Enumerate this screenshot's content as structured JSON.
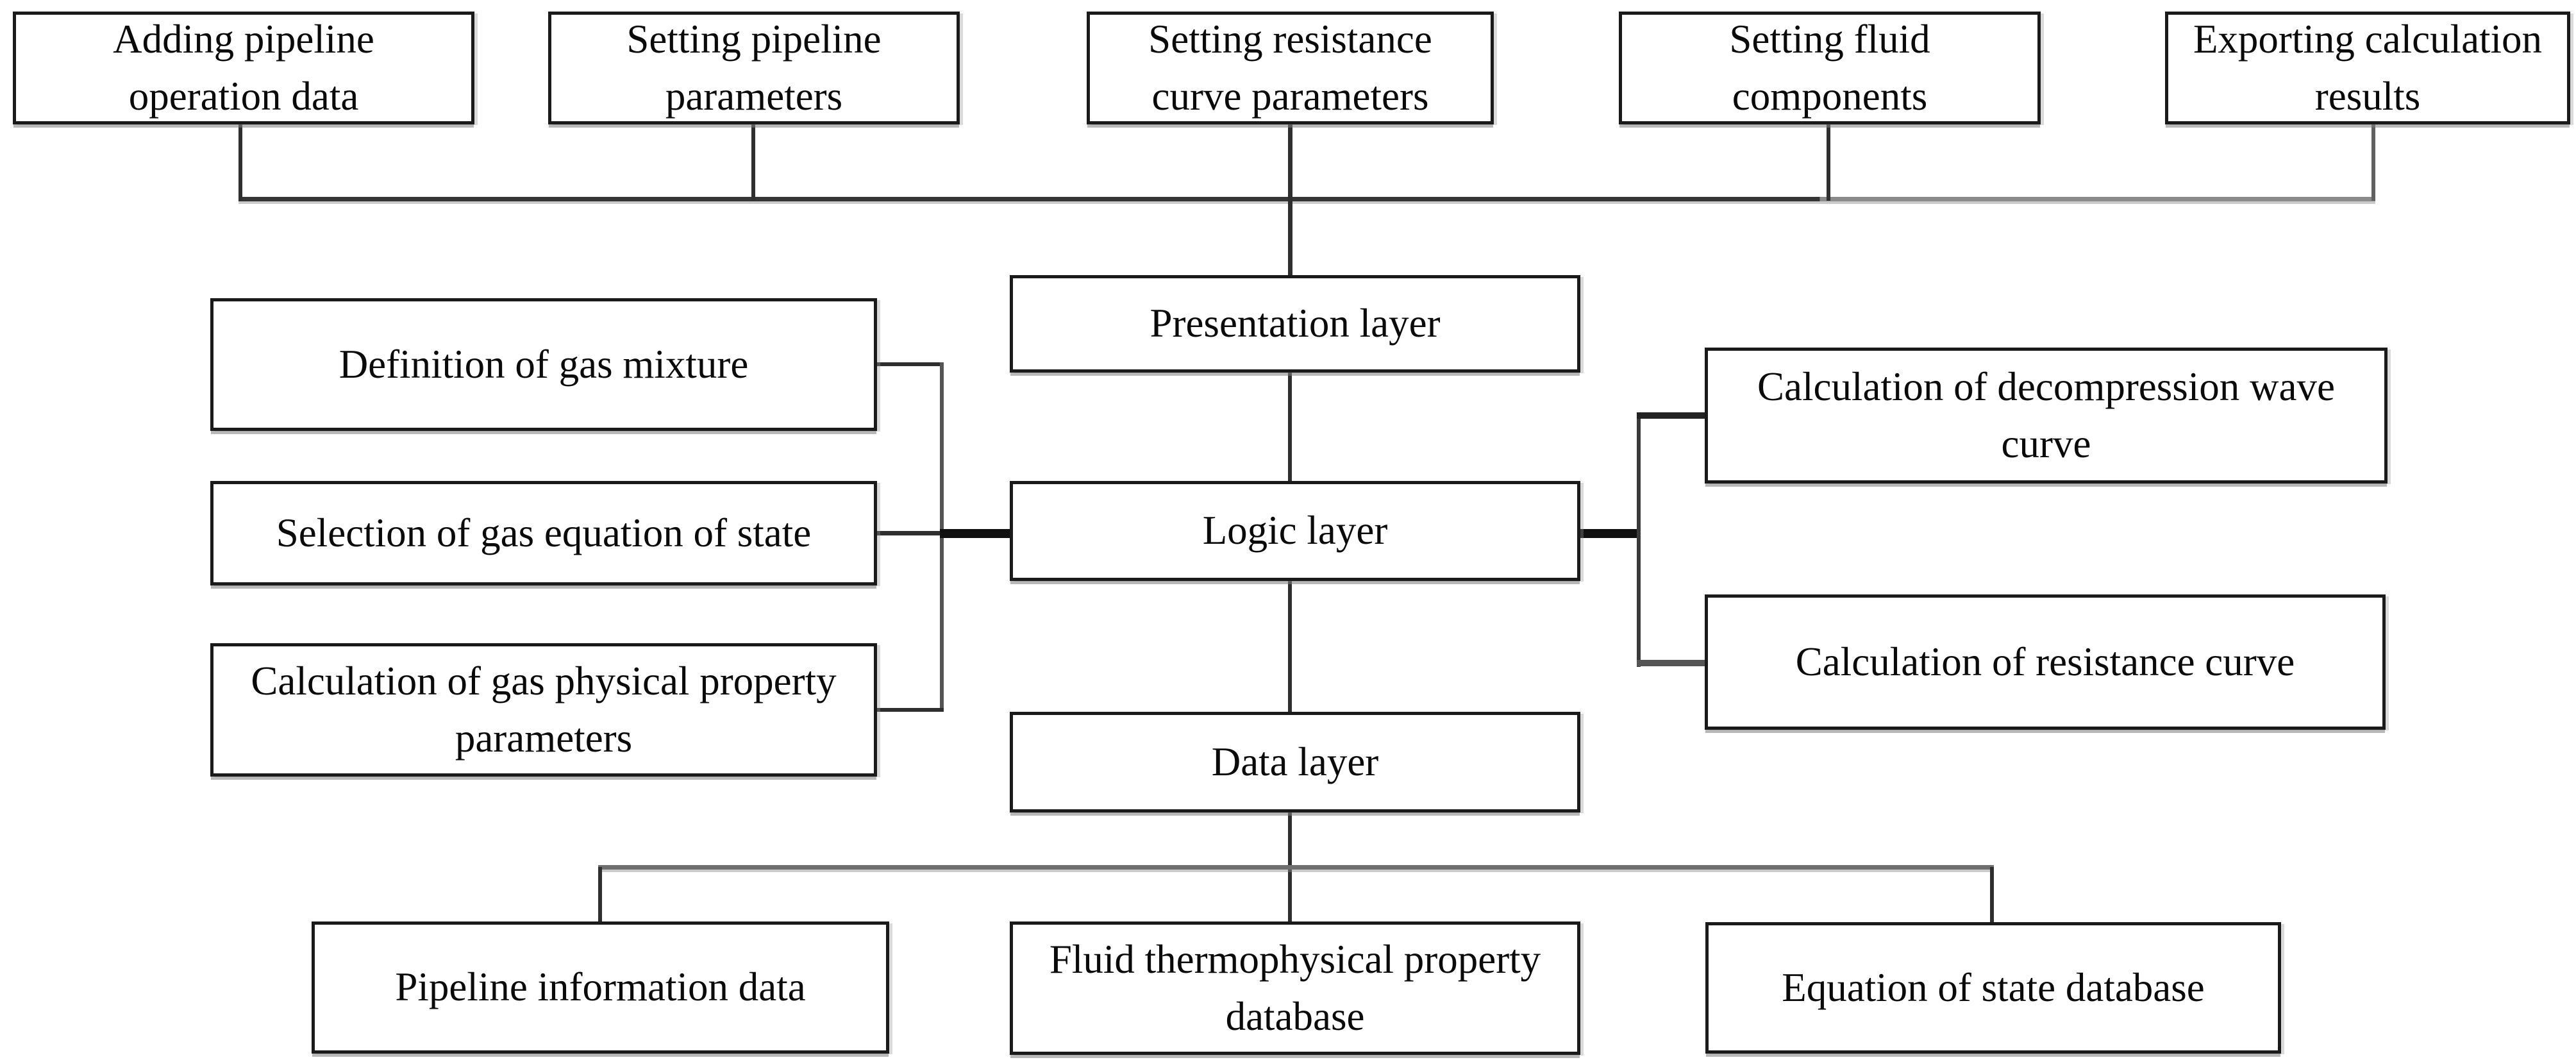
{
  "nodes": {
    "adding_pipeline_operation_data": {
      "label": "Adding pipeline operation data"
    },
    "setting_pipeline_parameters": {
      "label": "Setting pipeline parameters"
    },
    "setting_resistance_curve_parameters": {
      "label": "Setting resistance curve parameters"
    },
    "setting_fluid_components": {
      "label": "Setting fluid components"
    },
    "exporting_calculation_results": {
      "label": "Exporting calculation results"
    },
    "presentation_layer": {
      "label": "Presentation layer"
    },
    "logic_layer": {
      "label": "Logic layer"
    },
    "data_layer": {
      "label": "Data layer"
    },
    "definition_of_gas_mixture": {
      "label": "Definition of gas mixture"
    },
    "selection_of_gas_equation_of_state": {
      "label": "Selection of gas equation of state"
    },
    "calculation_of_gas_physical_property_parameters": {
      "label": "Calculation of gas physical property parameters"
    },
    "calculation_of_decompression_wave_curve": {
      "label": "Calculation of decompression wave curve"
    },
    "calculation_of_resistance_curve": {
      "label": "Calculation of resistance curve"
    },
    "pipeline_information_data": {
      "label": "Pipeline information data"
    },
    "fluid_thermophysical_property_database": {
      "label": "Fluid thermophysical property database"
    },
    "equation_of_state_database": {
      "label": "Equation of state database"
    }
  },
  "colors": {
    "background": "#ffffff",
    "box_border": "#1a1a1a",
    "text": "#0a0a0a",
    "line_dark": "#2f2f2f",
    "line_gray": "#6f6f6f"
  }
}
